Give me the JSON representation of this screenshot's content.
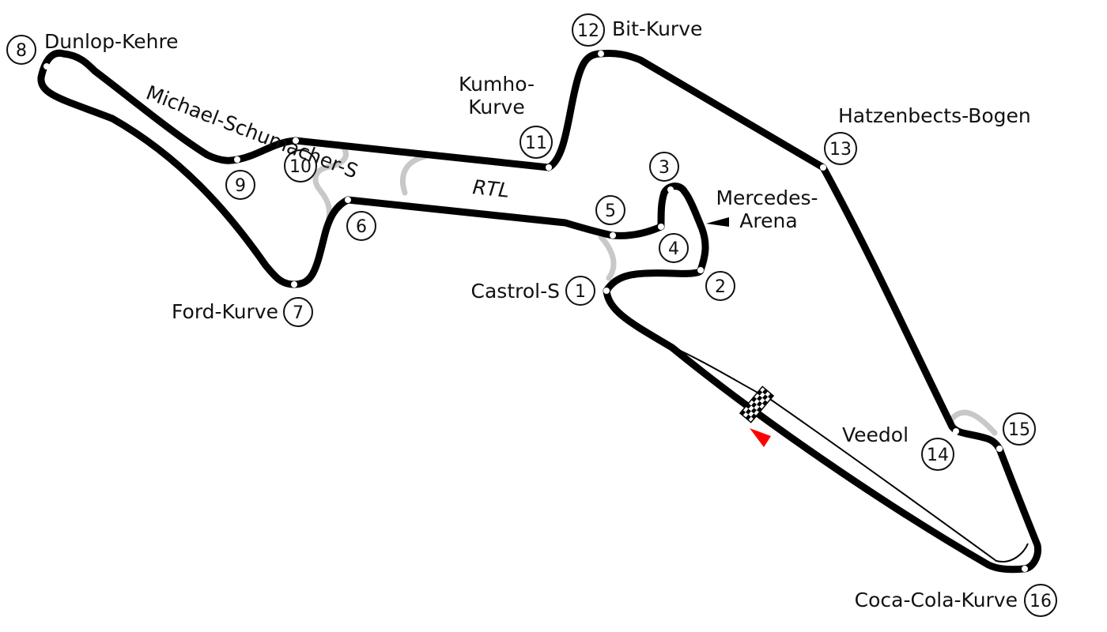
{
  "map": {
    "track_color": "#000000",
    "runoff_color": "#c8c8c8",
    "direction_marker_color": "#ff0000",
    "corners": [
      {
        "number": "1",
        "name": "Castrol-S"
      },
      {
        "number": "2",
        "name": ""
      },
      {
        "number": "3",
        "name": ""
      },
      {
        "number": "4",
        "name": ""
      },
      {
        "number": "5",
        "name": ""
      },
      {
        "number": "6",
        "name": ""
      },
      {
        "number": "7",
        "name": "Ford-Kurve"
      },
      {
        "number": "8",
        "name": "Dunlop-Kehre"
      },
      {
        "number": "9",
        "name": ""
      },
      {
        "number": "10",
        "name": ""
      },
      {
        "number": "11",
        "name": "Kumho-Kurve"
      },
      {
        "number": "12",
        "name": "Bit-Kurve"
      },
      {
        "number": "13",
        "name": "Hatzenbects-Bogen"
      },
      {
        "number": "14",
        "name": "Veedol"
      },
      {
        "number": "15",
        "name": ""
      },
      {
        "number": "16",
        "name": "Coca-Cola-Kurve"
      }
    ],
    "labels": {
      "castrol": "Castrol-S",
      "ford": "Ford-Kurve",
      "dunlop": "Dunlop-Kehre",
      "schumacher": "Michael-Schumacher-S",
      "kumho_1": "Kumho-",
      "kumho_2": "Kurve",
      "bit": "Bit-Kurve",
      "hatzenbects": "Hatzenbects-Bogen",
      "veedol": "Veedol",
      "cocacola": "Coca-Cola-Kurve",
      "rtl": "RTL",
      "mercedes_1": "Mercedes-",
      "mercedes_2": "Arena"
    }
  }
}
